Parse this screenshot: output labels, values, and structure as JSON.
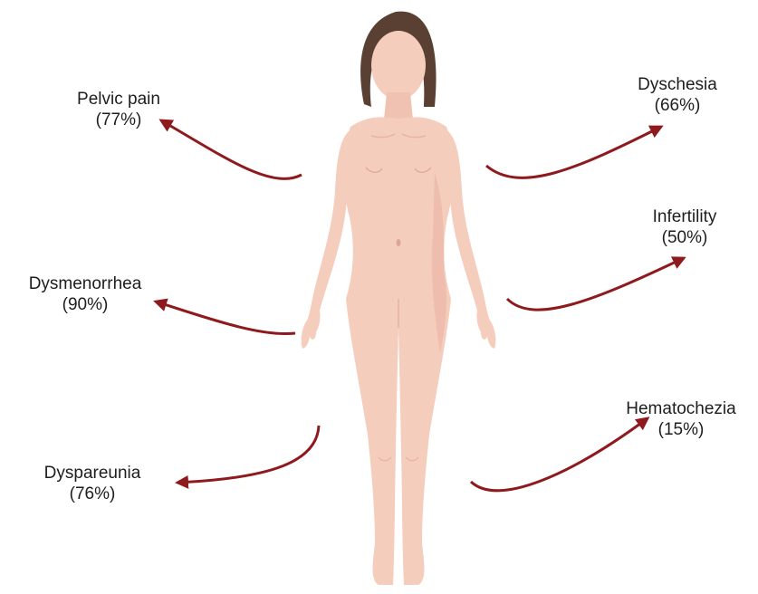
{
  "colors": {
    "arrow": "#8f1a1e",
    "skin": "#f5cdbd",
    "skin_shade": "#e9b8a7",
    "hair": "#5a3f33"
  },
  "symptoms": [
    {
      "name": "Pelvic pain",
      "pct": "(77%)",
      "side": "left"
    },
    {
      "name": "Dysmenorrhea",
      "pct": "(90%)",
      "side": "left"
    },
    {
      "name": "Dyspareunia",
      "pct": "(76%)",
      "side": "left"
    },
    {
      "name": "Dyschesia",
      "pct": "(66%)",
      "side": "right"
    },
    {
      "name": "Infertility",
      "pct": "(50%)",
      "side": "right"
    },
    {
      "name": "Hematochezia",
      "pct": "(15%)",
      "side": "right"
    }
  ]
}
